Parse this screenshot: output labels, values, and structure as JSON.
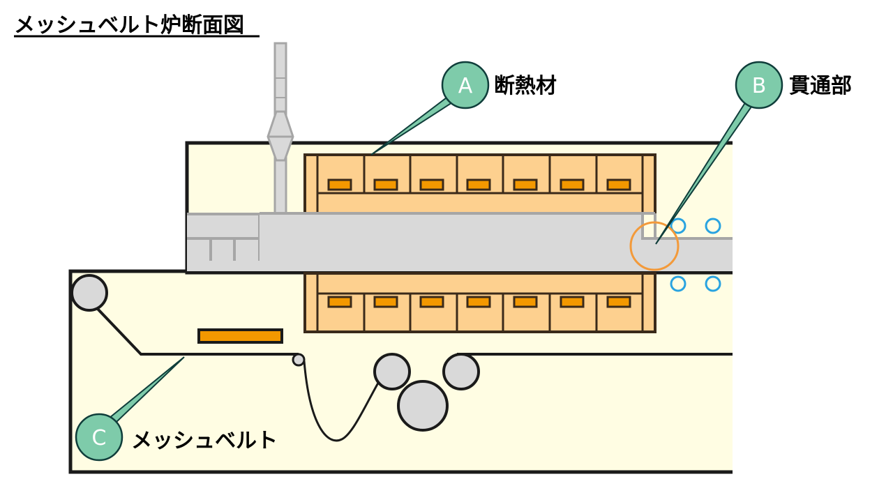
{
  "title": "メッシュベルト炉断面図",
  "callouts": {
    "a": {
      "letter": "A",
      "label": "断熱材"
    },
    "b": {
      "letter": "B",
      "label": "貫通部"
    },
    "c": {
      "letter": "C",
      "label": "メッシュベルト"
    }
  },
  "colors": {
    "furnace_body": "#fffde3",
    "insulation": "#fdd08f",
    "heater": "#f39800",
    "muffle": "#d9d9d9",
    "muffle_outline": "#a6a6a6",
    "roller": "#d9d9d9",
    "callout_badge": "#7ecbaa",
    "callout_line": "#0f3d3a",
    "highlight_ring": "#f39a3a",
    "gas_ring": "#29a3e0"
  }
}
